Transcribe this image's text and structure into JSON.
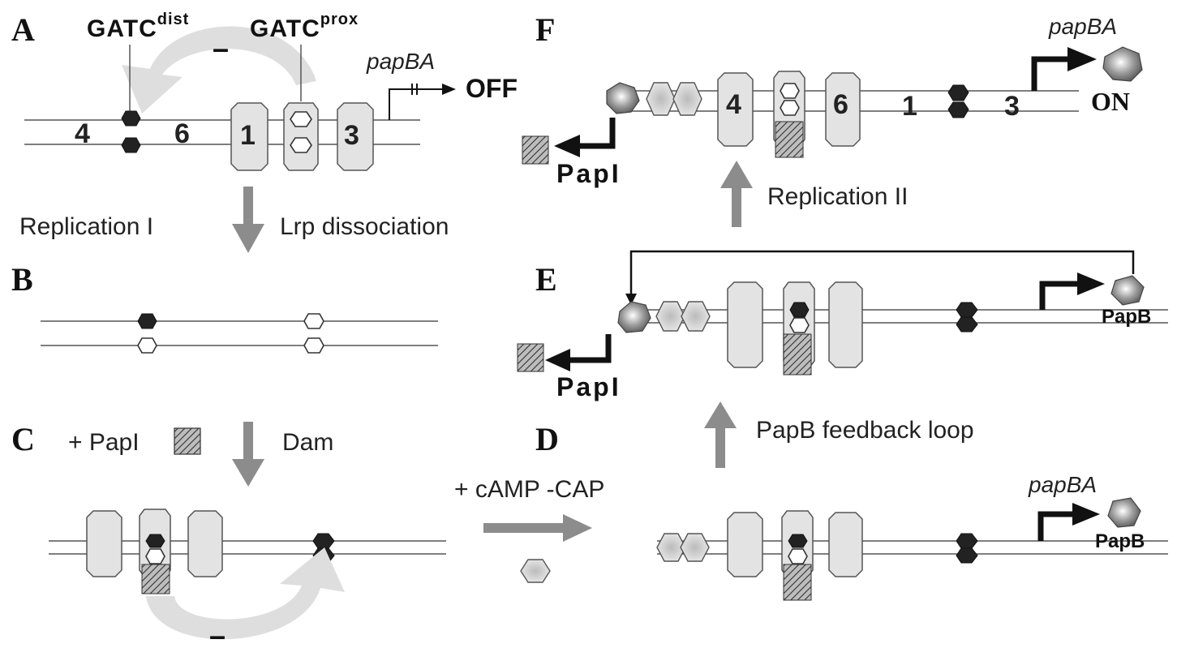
{
  "panels": {
    "a": "A",
    "b": "B",
    "c": "C",
    "d": "D",
    "e": "E",
    "f": "F"
  },
  "panel_a": {
    "gatc_dist": "GATC",
    "gatc_dist_sup": "dist",
    "gatc_prox": "GATC",
    "gatc_prox_sup": "prox",
    "sites": [
      "4",
      "6",
      "1",
      "3"
    ],
    "operon": "papBA",
    "state": "OFF",
    "repression": "–"
  },
  "panel_b": {
    "label_left": "Replication I",
    "label_right": "Lrp dissociation"
  },
  "panel_c": {
    "label_papi": "+ PapI",
    "label_dam": "Dam",
    "repression": "–"
  },
  "panel_d": {
    "label_camp": "+ cAMP -CAP",
    "operon": "papBA",
    "protein": "PapB",
    "feedback": "PapB feedback loop"
  },
  "panel_e": {
    "protein_b": "PapB",
    "protein_i": "PapI",
    "replication": "Replication II"
  },
  "panel_f": {
    "sites": [
      "4",
      "6",
      "1",
      "3"
    ],
    "operon": "papBA",
    "state": "ON",
    "protein_i": "PapI"
  },
  "colors": {
    "dna": "#555555",
    "lrp_box": "#e3e3e3",
    "methyl_dark": "#222222",
    "arrow_grey": "#8c8c8c",
    "promoter": "#111111"
  }
}
